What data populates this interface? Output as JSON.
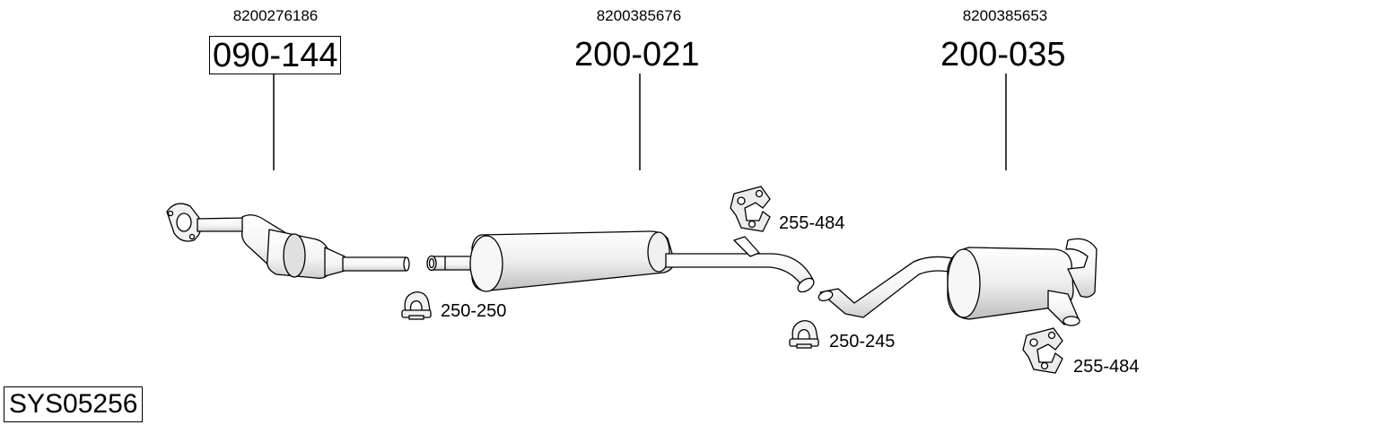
{
  "parts": [
    {
      "oem": "8200276186",
      "code": "090-144"
    },
    {
      "oem": "8200385676",
      "code": "200-021"
    },
    {
      "oem": "8200385653",
      "code": "200-035"
    }
  ],
  "accessories": [
    {
      "code": "255-484"
    },
    {
      "code": "250-250"
    },
    {
      "code": "250-245"
    },
    {
      "code": "255-484"
    }
  ],
  "system_code": "SYS05256"
}
